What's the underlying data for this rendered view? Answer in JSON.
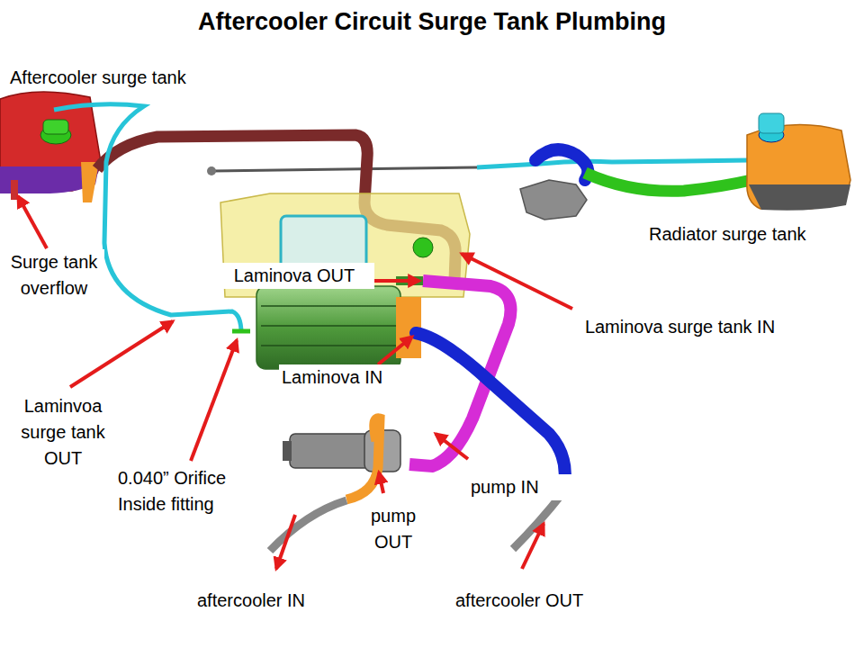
{
  "diagram": {
    "title": "Aftercooler Circuit Surge Tank Plumbing",
    "labels": [
      "Aftercooler surge tank",
      "Radiator surge tank",
      "Surge tank overflow",
      "Laminova OUT",
      "Laminova surge tank IN",
      "Laminova IN",
      "Laminvoa surge tank OUT",
      "0.040” Orifice Inside fitting",
      "pump IN",
      "pump OUT",
      "aftercooler IN",
      "aftercooler OUT"
    ]
  }
}
